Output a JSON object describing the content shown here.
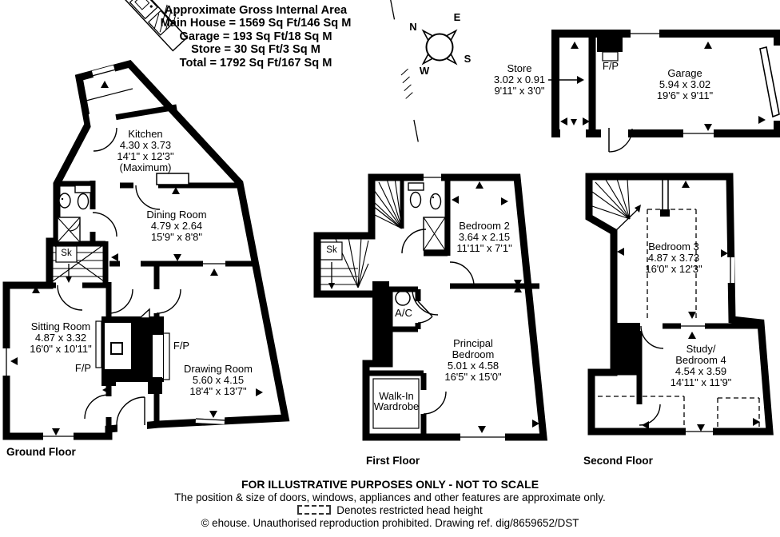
{
  "header": {
    "lines": [
      "Approximate Gross Internal Area",
      "Main House = 1569 Sq Ft/146 Sq M",
      "Garage = 193 Sq Ft/18 Sq M",
      "Store = 30 Sq Ft/3 Sq M",
      "Total = 1792 Sq Ft/167 Sq M"
    ]
  },
  "compass": {
    "north": "N",
    "east": "E",
    "south": "S",
    "west": "W"
  },
  "outbuilding": {
    "store": {
      "lines": [
        "Store",
        "3.02 x 0.91",
        "9'11\" x 3'0\""
      ]
    },
    "garage": {
      "lines": [
        "Garage",
        "5.94 x 3.02",
        "19'6\" x 9'11\""
      ]
    },
    "fireplace_label": "F/P"
  },
  "ground_floor": {
    "title": "Ground Floor",
    "kitchen": {
      "lines": [
        "Kitchen",
        "4.30 x 3.73",
        "14'1\" x 12'3\"",
        "(Maximum)"
      ]
    },
    "dining_room": {
      "lines": [
        "Dining Room",
        "4.79 x 2.64",
        "15'9\" x 8'8\""
      ]
    },
    "sitting_room": {
      "lines": [
        "Sitting Room",
        "4.87 x 3.32",
        "16'0\" x 10'11\""
      ]
    },
    "drawing_room": {
      "lines": [
        "Drawing Room",
        "5.60 x 4.15",
        "18'4\" x 13'7\""
      ]
    },
    "fireplace_label_sitting": "F/P",
    "fireplace_label_drawing": "F/P",
    "stairs_label": "Sk"
  },
  "first_floor": {
    "title": "First Floor",
    "bedroom2": {
      "lines": [
        "Bedroom 2",
        "3.64 x 2.15",
        "11'11\" x 7'1\""
      ]
    },
    "principal_bedroom": {
      "lines": [
        "Principal",
        "Bedroom",
        "5.01 x 4.58",
        "16'5\" x 15'0\""
      ]
    },
    "ac_label": "A/C",
    "wardrobe": {
      "lines": [
        "Walk-In",
        "Wardrobe"
      ]
    },
    "stairs_label": "Sk"
  },
  "second_floor": {
    "title": "Second Floor",
    "bedroom3": {
      "lines": [
        "Bedroom 3",
        "4.87 x 3.73",
        "16'0\" x 12'3\""
      ]
    },
    "study_bedroom4": {
      "lines": [
        "Study/",
        "Bedroom 4",
        "4.54 x 3.59",
        "14'11\" x 11'9\""
      ]
    }
  },
  "footer": {
    "line1": "FOR ILLUSTRATIVE PURPOSES ONLY - NOT TO SCALE",
    "line2": "The position & size of doors, windows, appliances and other features are approximate only.",
    "line3": "Denotes restricted head height",
    "line4": "© ehouse. Unauthorised reproduction prohibited. Drawing ref. dig/8659652/DST"
  },
  "colors": {
    "ink": "#000000",
    "paper": "#ffffff"
  }
}
